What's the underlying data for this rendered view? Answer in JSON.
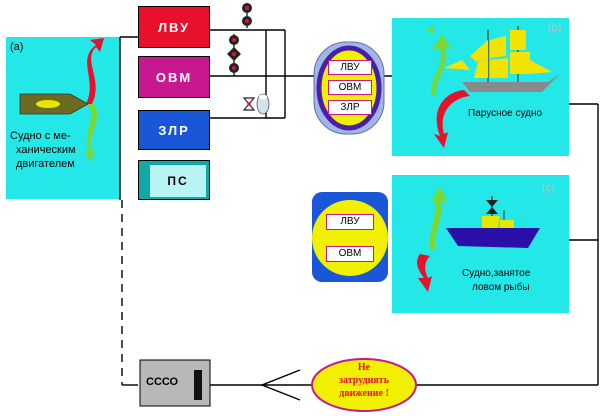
{
  "panels": {
    "power_vessel": {
      "tag": "(а)",
      "caption_lines": [
        "Судно с ме-",
        "ханическим",
        "двигателем"
      ]
    },
    "sailing_vessel": {
      "tag": "(b)",
      "caption": "Парусное судно"
    },
    "fishing_vessel": {
      "tag": "(c)",
      "caption_lines": [
        "Судно,занятое",
        "ловом рыбы"
      ]
    }
  },
  "status_boxes": {
    "lvu": "ЛВУ",
    "ovm": "ОВМ",
    "zlr": "ЗЛР",
    "ps": "ПС"
  },
  "oval_labels": [
    "ЛВУ",
    "ОВМ",
    "ЗЛР"
  ],
  "circle_labels": [
    "ЛВУ",
    "ОВМ"
  ],
  "ssso_label": "СССО",
  "warning_lines": [
    "Не",
    "затруднять",
    "движение !"
  ],
  "colors": {
    "red": "#e8102a",
    "blue": "#1a56d8",
    "teal": "#12a8a8",
    "cyan_panel": "#24e8e8",
    "yellow": "#f0f000",
    "magenta": "#c81890"
  }
}
